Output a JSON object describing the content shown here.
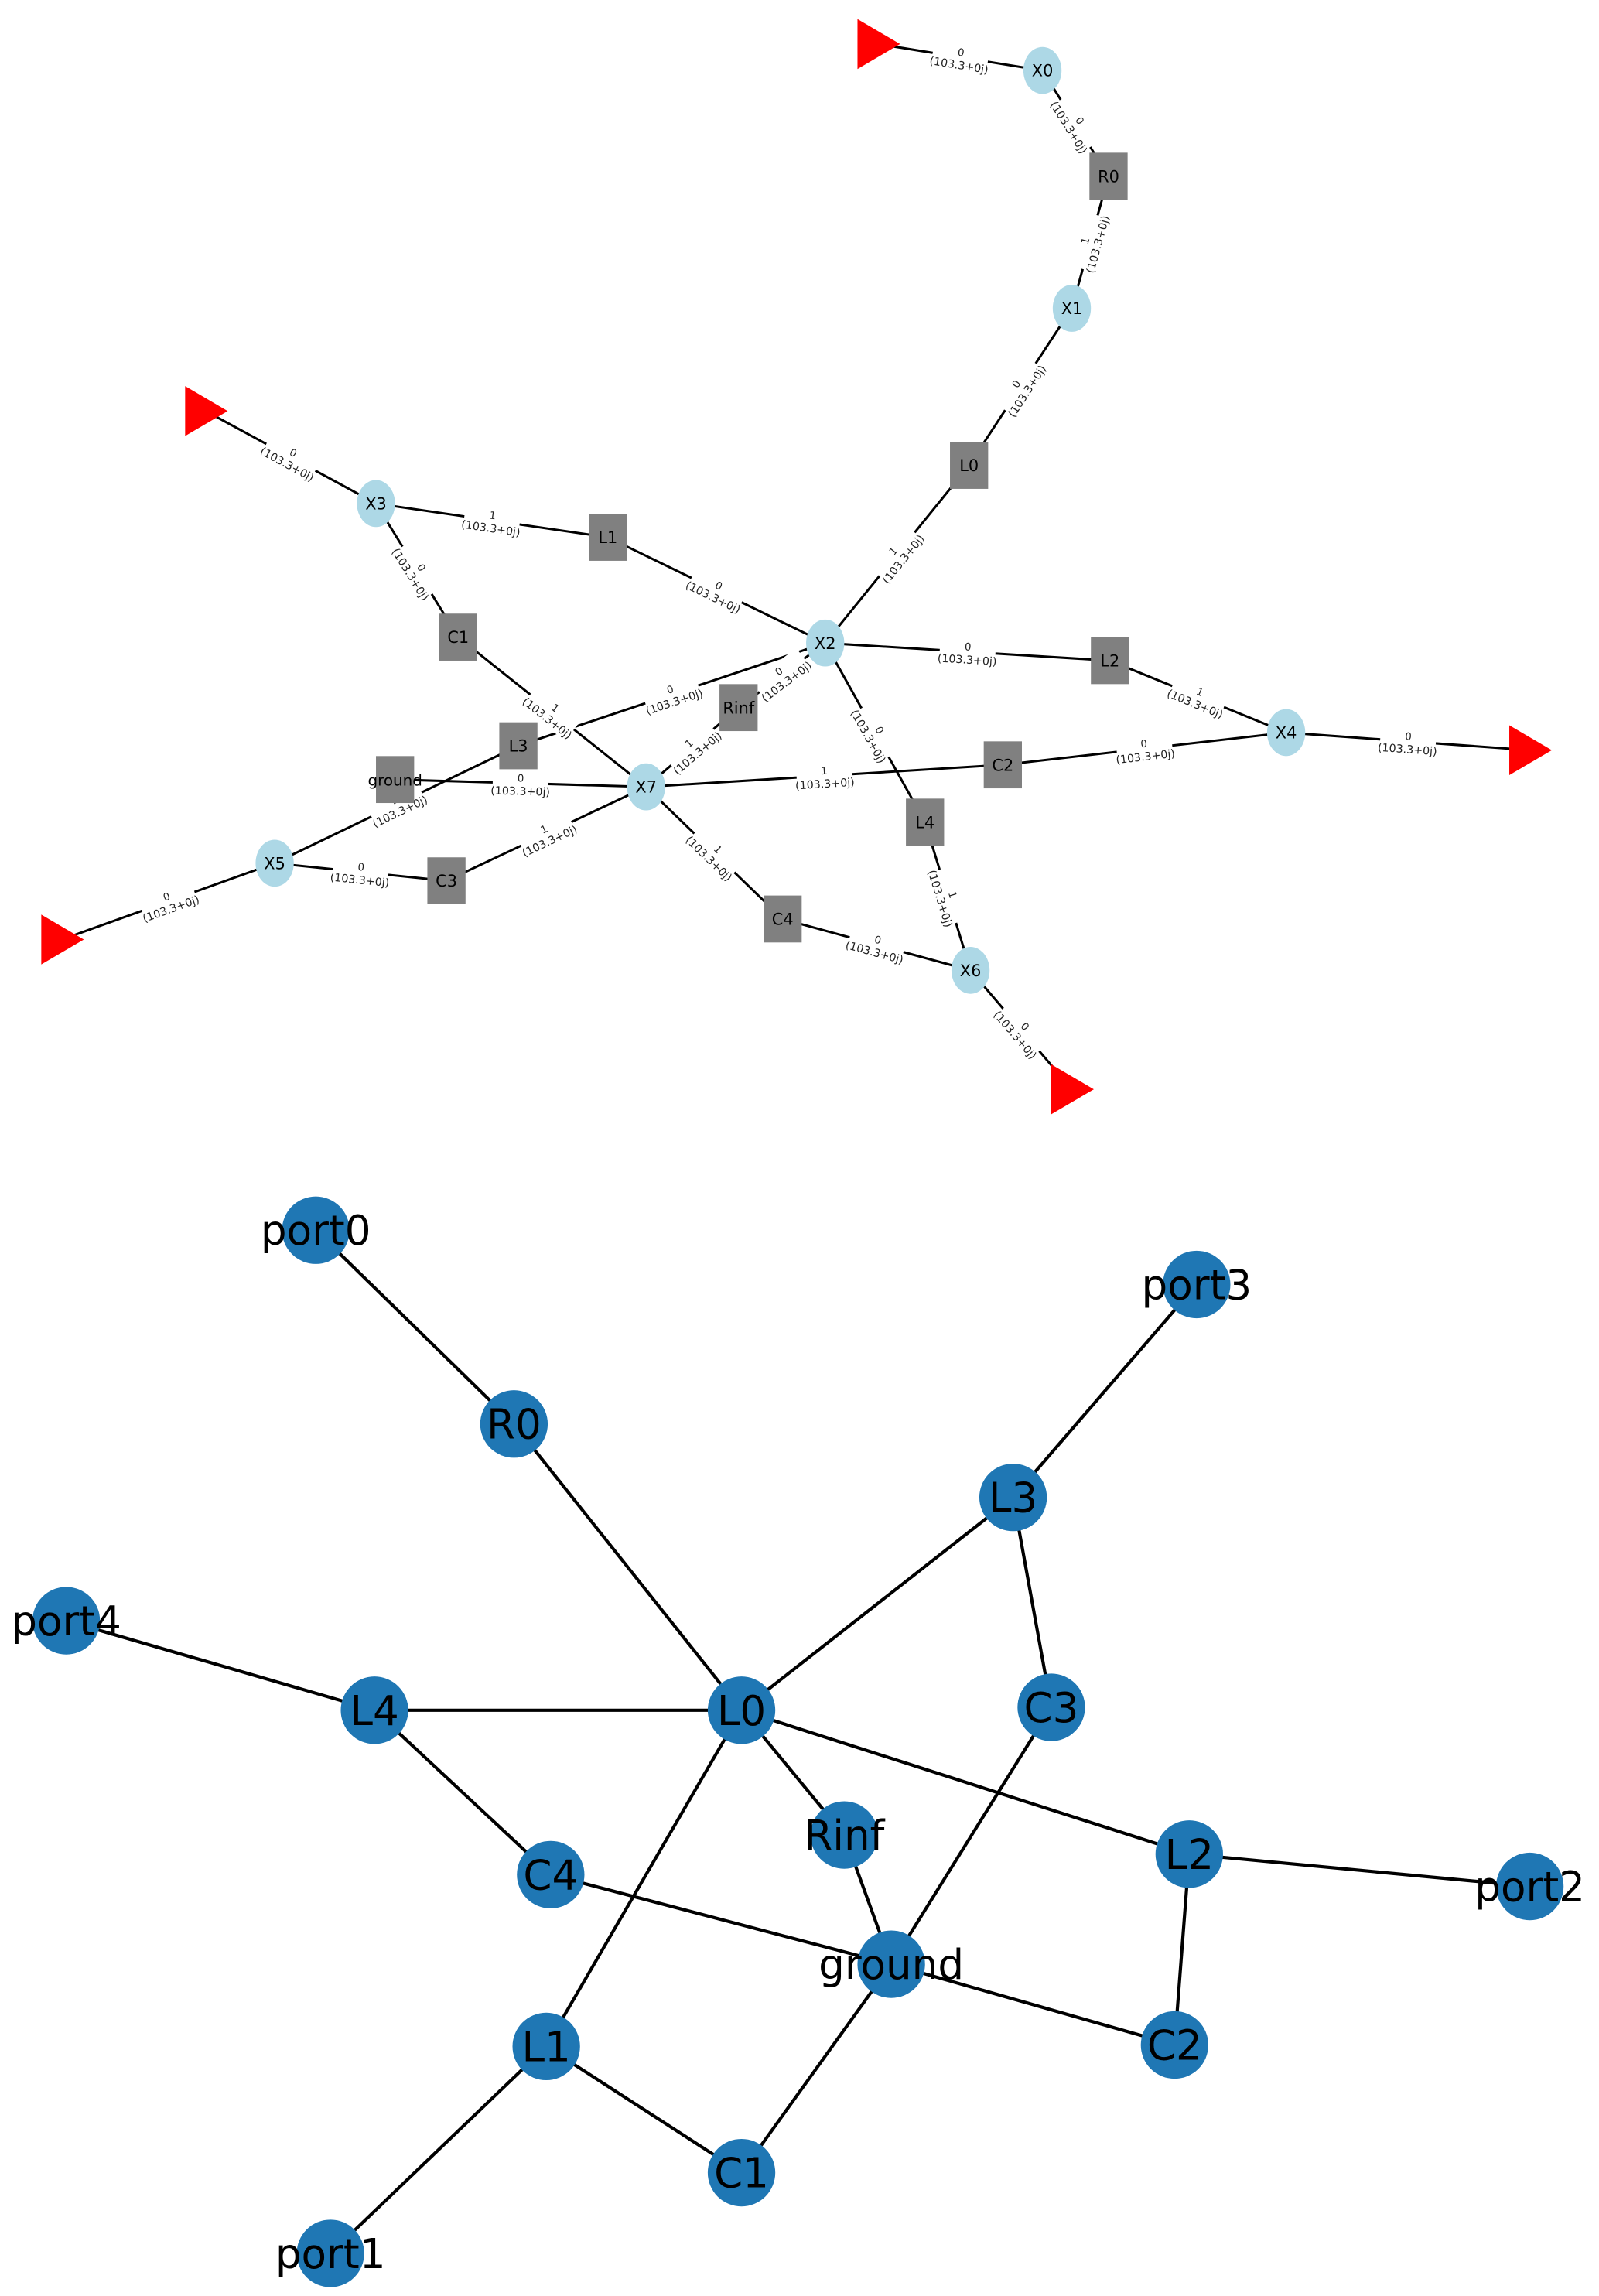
{
  "colors": {
    "circuit_node": "#add8e6",
    "component": "#808080",
    "port": "#ff0000",
    "graph_node": "#1f77b4",
    "edge": "#000000"
  },
  "top_graph": {
    "nodes": [
      {
        "id": "P0",
        "type": "port",
        "label": ""
      },
      {
        "id": "P3",
        "type": "port",
        "label": ""
      },
      {
        "id": "P5",
        "type": "port",
        "label": ""
      },
      {
        "id": "P6",
        "type": "port",
        "label": ""
      },
      {
        "id": "P4",
        "type": "port",
        "label": ""
      },
      {
        "id": "X0",
        "type": "node",
        "label": "X0"
      },
      {
        "id": "X1",
        "type": "node",
        "label": "X1"
      },
      {
        "id": "X2",
        "type": "node",
        "label": "X2"
      },
      {
        "id": "X3",
        "type": "node",
        "label": "X3"
      },
      {
        "id": "X4",
        "type": "node",
        "label": "X4"
      },
      {
        "id": "X5",
        "type": "node",
        "label": "X5"
      },
      {
        "id": "X6",
        "type": "node",
        "label": "X6"
      },
      {
        "id": "X7",
        "type": "node",
        "label": "X7"
      },
      {
        "id": "R0",
        "type": "comp",
        "label": "R0"
      },
      {
        "id": "L0",
        "type": "comp",
        "label": "L0"
      },
      {
        "id": "L1",
        "type": "comp",
        "label": "L1"
      },
      {
        "id": "L2",
        "type": "comp",
        "label": "L2"
      },
      {
        "id": "L3",
        "type": "comp",
        "label": "L3"
      },
      {
        "id": "L4",
        "type": "comp",
        "label": "L4"
      },
      {
        "id": "C1",
        "type": "comp",
        "label": "C1"
      },
      {
        "id": "C2",
        "type": "comp",
        "label": "C2"
      },
      {
        "id": "C3",
        "type": "comp",
        "label": "C3"
      },
      {
        "id": "C4",
        "type": "comp",
        "label": "C4"
      },
      {
        "id": "Rinf",
        "type": "comp",
        "label": "Rinf"
      },
      {
        "id": "ground",
        "type": "comp",
        "label": "ground"
      }
    ],
    "edges": [
      {
        "from": "P0",
        "to": "X0",
        "index": "0",
        "impedance": "(103.3+0j)"
      },
      {
        "from": "X0",
        "to": "R0",
        "index": "0",
        "impedance": "(103.3+0j)"
      },
      {
        "from": "R0",
        "to": "X1",
        "index": "1",
        "impedance": "(103.3+0j)"
      },
      {
        "from": "X1",
        "to": "L0",
        "index": "0",
        "impedance": "(103.3+0j)"
      },
      {
        "from": "L0",
        "to": "X2",
        "index": "1",
        "impedance": "(103.3+0j)"
      },
      {
        "from": "X2",
        "to": "L1",
        "index": "0",
        "impedance": "(103.3+0j)"
      },
      {
        "from": "L1",
        "to": "X3",
        "index": "1",
        "impedance": "(103.3+0j)"
      },
      {
        "from": "X3",
        "to": "P3",
        "index": "0",
        "impedance": "(103.3+0j)"
      },
      {
        "from": "X3",
        "to": "C1",
        "index": "0",
        "impedance": "(103.3+0j)"
      },
      {
        "from": "C1",
        "to": "X7",
        "index": "1",
        "impedance": "(103.3+0j)"
      },
      {
        "from": "X2",
        "to": "L3",
        "index": "0",
        "impedance": "(103.3+0j)"
      },
      {
        "from": "L3",
        "to": "X5",
        "index": "1",
        "impedance": "(103.3+0j)"
      },
      {
        "from": "X2",
        "to": "Rinf",
        "index": "0",
        "impedance": "(103.3+0j)"
      },
      {
        "from": "Rinf",
        "to": "X7",
        "index": "1",
        "impedance": "(103.3+0j)"
      },
      {
        "from": "ground",
        "to": "X7",
        "index": "0",
        "impedance": "(103.3+0j)"
      },
      {
        "from": "X2",
        "to": "L2",
        "index": "0",
        "impedance": "(103.3+0j)"
      },
      {
        "from": "L2",
        "to": "X4",
        "index": "1",
        "impedance": "(103.3+0j)"
      },
      {
        "from": "X4",
        "to": "P4",
        "index": "0",
        "impedance": "(103.3+0j)"
      },
      {
        "from": "X4",
        "to": "C2",
        "index": "0",
        "impedance": "(103.3+0j)"
      },
      {
        "from": "C2",
        "to": "X7",
        "index": "1",
        "impedance": "(103.3+0j)"
      },
      {
        "from": "X2",
        "to": "L4",
        "index": "0",
        "impedance": "(103.3+0j)"
      },
      {
        "from": "L4",
        "to": "X6",
        "index": "1",
        "impedance": "(103.3+0j)"
      },
      {
        "from": "X7",
        "to": "C4",
        "index": "1",
        "impedance": "(103.3+0j)"
      },
      {
        "from": "C4",
        "to": "X6",
        "index": "0",
        "impedance": "(103.3+0j)"
      },
      {
        "from": "X6",
        "to": "P6",
        "index": "0",
        "impedance": "(103.3+0j)"
      },
      {
        "from": "X7",
        "to": "C3",
        "index": "1",
        "impedance": "(103.3+0j)"
      },
      {
        "from": "C3",
        "to": "X5",
        "index": "0",
        "impedance": "(103.3+0j)"
      },
      {
        "from": "X5",
        "to": "P5",
        "index": "0",
        "impedance": "(103.3+0j)"
      }
    ]
  },
  "bottom_graph": {
    "nodes": [
      "port0",
      "port1",
      "port2",
      "port3",
      "port4",
      "R0",
      "L0",
      "L1",
      "L2",
      "L3",
      "L4",
      "C1",
      "C2",
      "C3",
      "C4",
      "Rinf",
      "ground"
    ],
    "edges": [
      [
        "port0",
        "R0"
      ],
      [
        "R0",
        "L0"
      ],
      [
        "L0",
        "L3"
      ],
      [
        "L3",
        "port3"
      ],
      [
        "L3",
        "C3"
      ],
      [
        "port4",
        "L4"
      ],
      [
        "L4",
        "L0"
      ],
      [
        "L0",
        "Rinf"
      ],
      [
        "L0",
        "L2"
      ],
      [
        "L2",
        "port2"
      ],
      [
        "L2",
        "C2"
      ],
      [
        "L4",
        "C4"
      ],
      [
        "C4",
        "ground"
      ],
      [
        "ground",
        "C2"
      ],
      [
        "Rinf",
        "ground"
      ],
      [
        "C3",
        "ground"
      ],
      [
        "ground",
        "C1"
      ],
      [
        "L0",
        "L1"
      ],
      [
        "L1",
        "C1"
      ],
      [
        "L1",
        "port1"
      ]
    ]
  }
}
